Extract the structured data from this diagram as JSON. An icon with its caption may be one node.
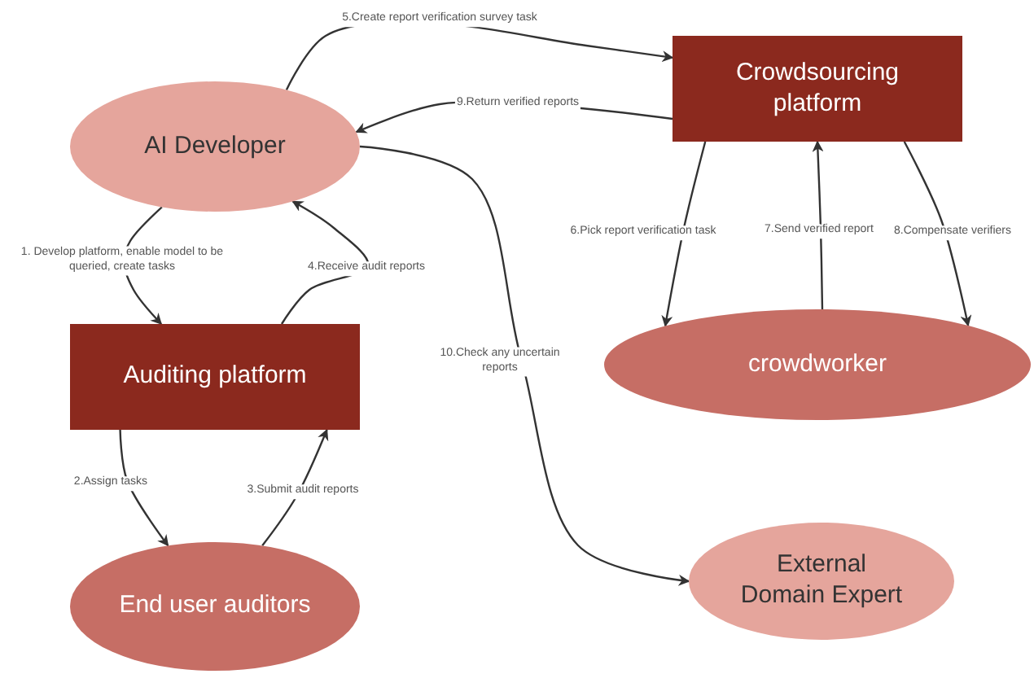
{
  "diagram": {
    "nodes": [
      {
        "text": [
          "AI Developer"
        ]
      },
      {
        "text": [
          "Crowdsourcing platform"
        ]
      },
      {
        "text": [
          "Auditing platform"
        ]
      },
      {
        "text": [
          "crowdworker"
        ]
      },
      {
        "text": [
          "End user auditors"
        ]
      },
      {
        "text": [
          "External Domain Expert"
        ]
      }
    ],
    "edges": [
      {
        "from": 0,
        "to": 2,
        "arrow": "to",
        "label": "1. Develop platform, enable model to be queried, create tasks"
      },
      {
        "from": 2,
        "to": 4,
        "arrow": "to",
        "label": "2.Assign tasks"
      },
      {
        "from": 4,
        "to": 2,
        "arrow": "to",
        "label": "3.Submit audit reports"
      },
      {
        "from": 2,
        "to": 0,
        "arrow": "to",
        "label": "4.Receive audit reports"
      },
      {
        "from": 0,
        "to": 1,
        "arrow": "to",
        "label": "5.Create report verification survey task"
      },
      {
        "from": 1,
        "to": 3,
        "arrow": "to",
        "label": "6.Pick report verification task"
      },
      {
        "from": 3,
        "to": 1,
        "arrow": "to",
        "label": "7.Send verified report"
      },
      {
        "from": 1,
        "to": 3,
        "arrow": "to",
        "label": "8.Compensate verifiers"
      },
      {
        "from": 1,
        "to": 0,
        "arrow": "to",
        "label": "9.Return verified reports"
      },
      {
        "from": 0,
        "to": 5,
        "arrow": "to",
        "label": "10.Check any uncertain reports"
      }
    ]
  }
}
